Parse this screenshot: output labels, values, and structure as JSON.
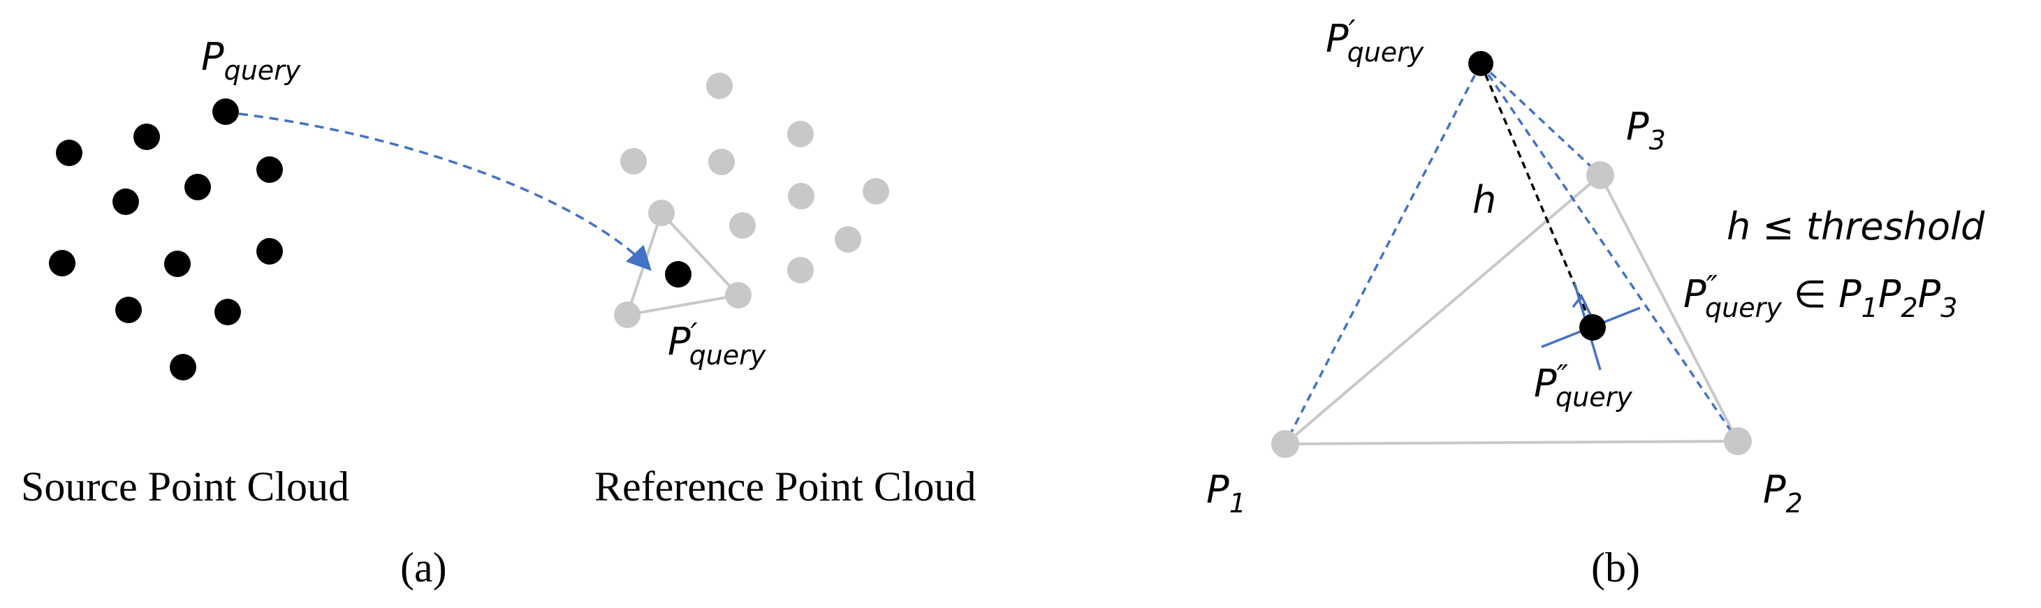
{
  "panel_a": {
    "panel_label": "(a)",
    "source_caption": "Source Point Cloud",
    "reference_caption": "Reference Point Cloud",
    "query_label": {
      "base": "P",
      "sub": "query",
      "prime": ""
    },
    "query_projected_label": {
      "base": "P",
      "sub": "query",
      "prime": "′"
    }
  },
  "panel_b": {
    "panel_label": "(b)",
    "query_projected_label": {
      "base": "P",
      "sub": "query",
      "prime": "′"
    },
    "query_foot_label": {
      "base": "P",
      "sub": "query",
      "prime": "″"
    },
    "vertex_labels": [
      {
        "base": "P",
        "sub": "1"
      },
      {
        "base": "P",
        "sub": "2"
      },
      {
        "base": "P",
        "sub": "3"
      }
    ],
    "height_label": "h",
    "condition_threshold": "h ≤ threshold",
    "condition_membership": {
      "base": "P",
      "sub": "query",
      "prime": "″",
      "relation": " ∈ ",
      "triangle": [
        {
          "base": "P",
          "sub": "1"
        },
        {
          "base": "P",
          "sub": "2"
        },
        {
          "base": "P",
          "sub": "3"
        }
      ]
    }
  },
  "colors": {
    "source_point": "#000000",
    "reference_point": "#c8c8c8",
    "triangle_edge": "#c8c8c8",
    "dashed_arrow": "#4472c4",
    "height_dash": "#000000"
  }
}
